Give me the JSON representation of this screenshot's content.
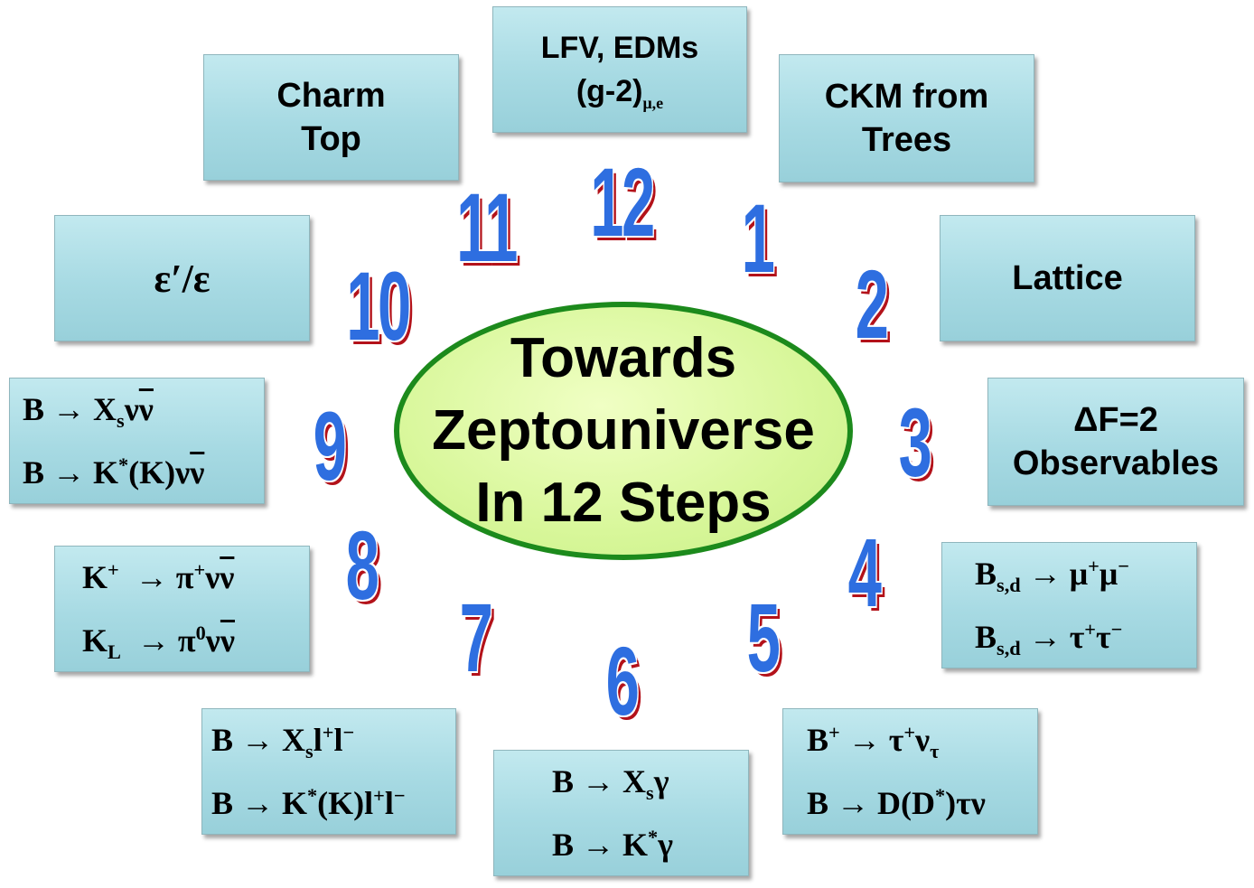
{
  "center": {
    "line1": "Towards",
    "line2": "Zeptouniverse",
    "line3": "In 12 Steps"
  },
  "numbers": [
    "1",
    "2",
    "3",
    "4",
    "5",
    "6",
    "7",
    "8",
    "9",
    "10",
    "11",
    "12"
  ],
  "boxes": {
    "step1": {
      "line1": "CKM from",
      "line2": "Trees"
    },
    "step2": {
      "line1": "Lattice"
    },
    "step3": {
      "line1": "ΔF=2",
      "line2": "Observables"
    },
    "step10": {
      "line1": "ε′/ε"
    },
    "step11": {
      "line1": "Charm",
      "line2": "Top"
    },
    "step12": {
      "line1": "LFV, EDMs",
      "line2_main": "(g-2)",
      "line2_sub": "μ,e"
    }
  },
  "colors": {
    "box_fill": "#a7dae3",
    "ellipse_fill": "#d8f79a",
    "ellipse_border": "#1c8a1c",
    "number_fill": "#2e6ee0",
    "number_shadow": "#b3121a"
  }
}
